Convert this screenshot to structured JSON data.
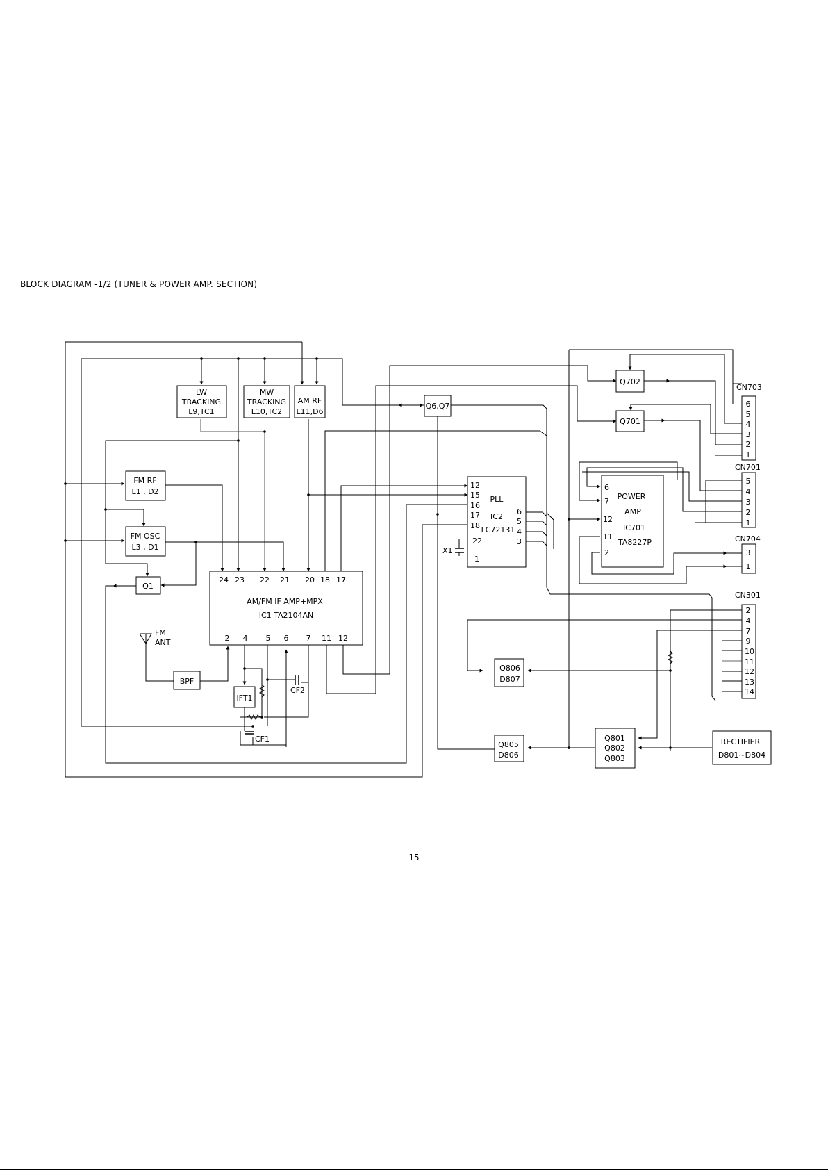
{
  "title": "BLOCK DIAGRAM -1/2 (TUNER & POWER AMP. SECTION)",
  "page_number": "-15-",
  "blocks": {
    "lw_tracking": [
      "LW",
      "TRACKING",
      "L9,TC1"
    ],
    "mw_tracking": [
      "MW",
      "TRACKING",
      "L10,TC2"
    ],
    "am_rf": [
      "AM RF",
      "L11,D6"
    ],
    "q6q7": "Q6,Q7",
    "q702": "Q702",
    "q701": "Q701",
    "fm_rf": [
      "FM RF",
      "L1 , D2"
    ],
    "fm_osc": [
      "FM OSC",
      "L3 , D1"
    ],
    "q1": "Q1",
    "ic1": [
      "AM/FM IF AMP+MPX",
      "IC1  TA2104AN"
    ],
    "ic1_top_pins": [
      "24",
      "23",
      "22",
      "21",
      "20",
      "18",
      "17"
    ],
    "ic1_bottom_pins": [
      "2",
      "4",
      "5",
      "6",
      "7",
      "11",
      "12"
    ],
    "fm_ant": [
      "FM",
      "ANT"
    ],
    "bpf": "BPF",
    "ift1": "IFT1",
    "cf1": "CF1",
    "cf2": "CF2",
    "pll": [
      "PLL",
      "IC2",
      "LC72131"
    ],
    "pll_left_pins": [
      "12",
      "15",
      "16",
      "17",
      "18",
      "22",
      "1"
    ],
    "pll_right_pins": [
      "6",
      "5",
      "4",
      "3"
    ],
    "x1": "X1",
    "power_amp": [
      "POWER",
      "AMP",
      "IC701",
      "TA8227P"
    ],
    "power_amp_pins": [
      "6",
      "7",
      "12",
      "11",
      "2"
    ],
    "q806": [
      "Q806",
      "D807"
    ],
    "q805": [
      "Q805",
      "D806"
    ],
    "q801": [
      "Q801",
      "Q802",
      "Q803"
    ],
    "rectifier": [
      "RECTIFIER",
      "D801~D804"
    ],
    "cn703": {
      "label": "CN703",
      "pins": [
        "6",
        "5",
        "4",
        "3",
        "2",
        "1"
      ]
    },
    "cn701": {
      "label": "CN701",
      "pins": [
        "5",
        "4",
        "3",
        "2",
        "1"
      ]
    },
    "cn704": {
      "label": "CN704",
      "pins": [
        "3",
        "1"
      ]
    },
    "cn301": {
      "label": "CN301",
      "pins": [
        "2",
        "4",
        "7",
        "9",
        "10",
        "11",
        "12",
        "13",
        "14"
      ]
    }
  }
}
